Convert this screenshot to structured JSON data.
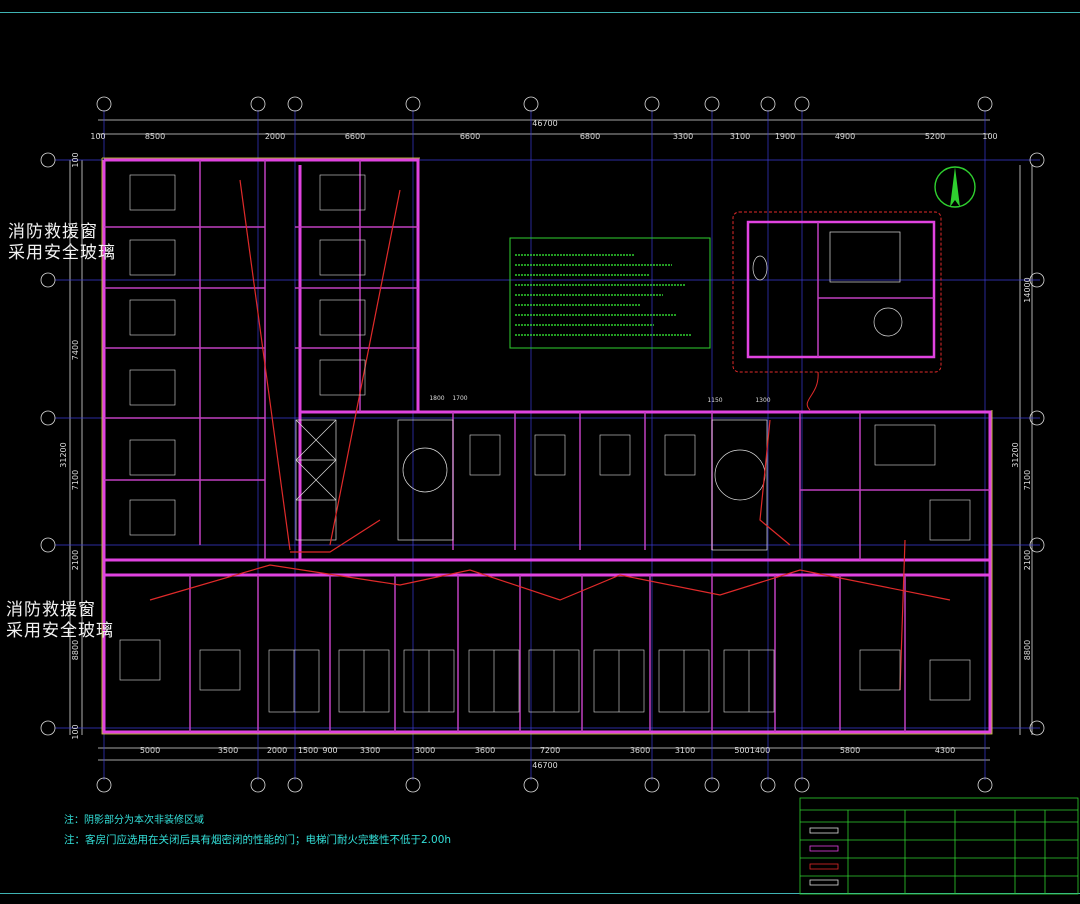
{
  "plan": {
    "overall_dimension": "46700",
    "top_dimensions": [
      "100",
      "8500",
      "2000",
      "6600",
      "6600",
      "6800",
      "3300",
      "3100",
      "1900",
      "4900",
      "5200",
      "100"
    ],
    "bottom_dimensions": [
      "5000",
      "3500",
      "2000",
      "1500",
      "900",
      "3300",
      "3000",
      "3600",
      "7200",
      "3600",
      "3100",
      "500",
      "1400",
      "5800",
      "4300"
    ],
    "left_dimensions": [
      "100",
      "7400",
      "7100",
      "2100",
      "8800",
      "100"
    ],
    "left_total": "31200",
    "right_dimensions": [
      "14000",
      "7100",
      "2100",
      "8800"
    ],
    "right_total": "31200",
    "small_dims": [
      "1700",
      "1150",
      "1300",
      "1800"
    ]
  },
  "annotations": {
    "rescue_window_1": [
      "消防救援窗",
      "采用安全玻璃"
    ],
    "rescue_window_2": [
      "消防救援窗",
      "采用安全玻璃"
    ],
    "note_1": "注：阴影部分为本次非装修区域",
    "note_2": "注：客房门应选用在关闭后具有烟密闭的性能的门；电梯门耐火完整性不低于2.00h"
  },
  "colors": {
    "wall": "#e043e0",
    "wall_bright": "#ff55ff",
    "axis": "#3b3bd6",
    "dim": "#dcdcdc",
    "green": "#2fd02f",
    "red": "#e02a2a",
    "frame": "#3fb3b3",
    "yellow": "#e8e04a"
  }
}
